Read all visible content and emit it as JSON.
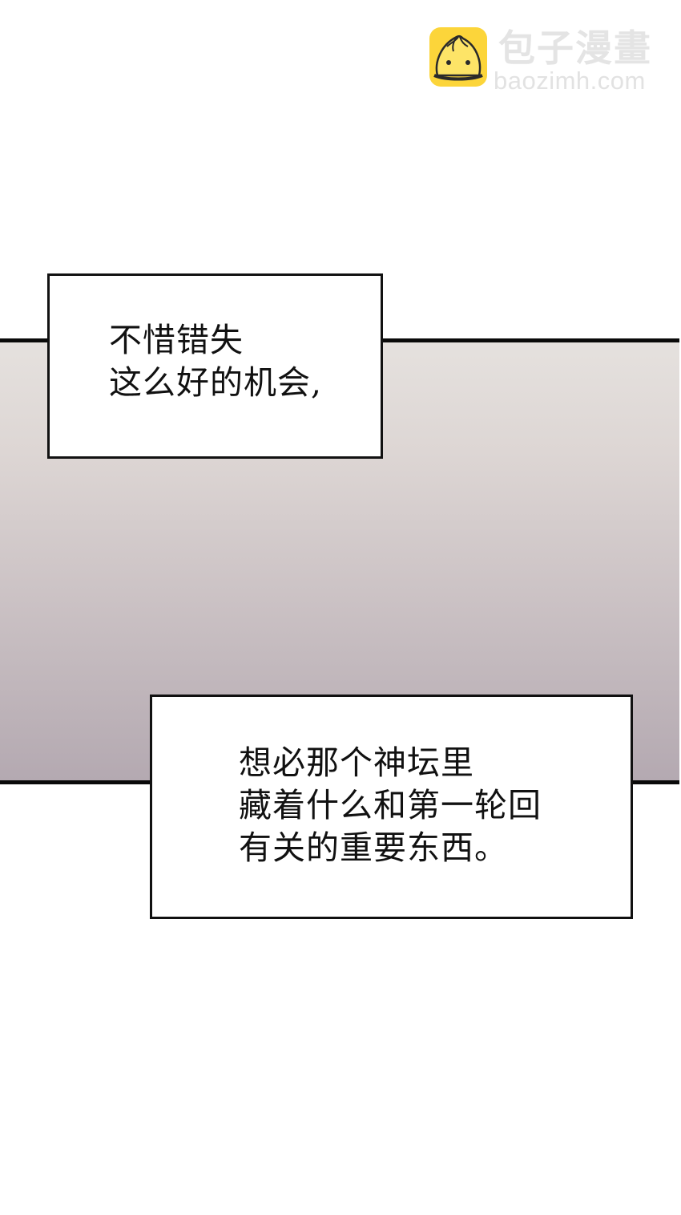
{
  "watermark": {
    "logo_icon": "steamed-bun-mascot-icon",
    "logo_color": "#fcd53a",
    "title": "包子漫畫",
    "url": "baozimh.com"
  },
  "panel": {
    "gradient_top": "#e5e1de",
    "gradient_bottom": "#b4a9b1",
    "border_color": "#0a0a0a"
  },
  "captions": [
    {
      "lines": [
        "不惜错失",
        "这么好的机会,"
      ],
      "text": "不惜错失\n这么好的机会,"
    },
    {
      "lines": [
        "想必那个神坛里",
        "藏着什么和第一轮回",
        "有关的重要东西。"
      ],
      "text": "想必那个神坛里\n藏着什么和第一轮回\n有关的重要东西。"
    }
  ]
}
